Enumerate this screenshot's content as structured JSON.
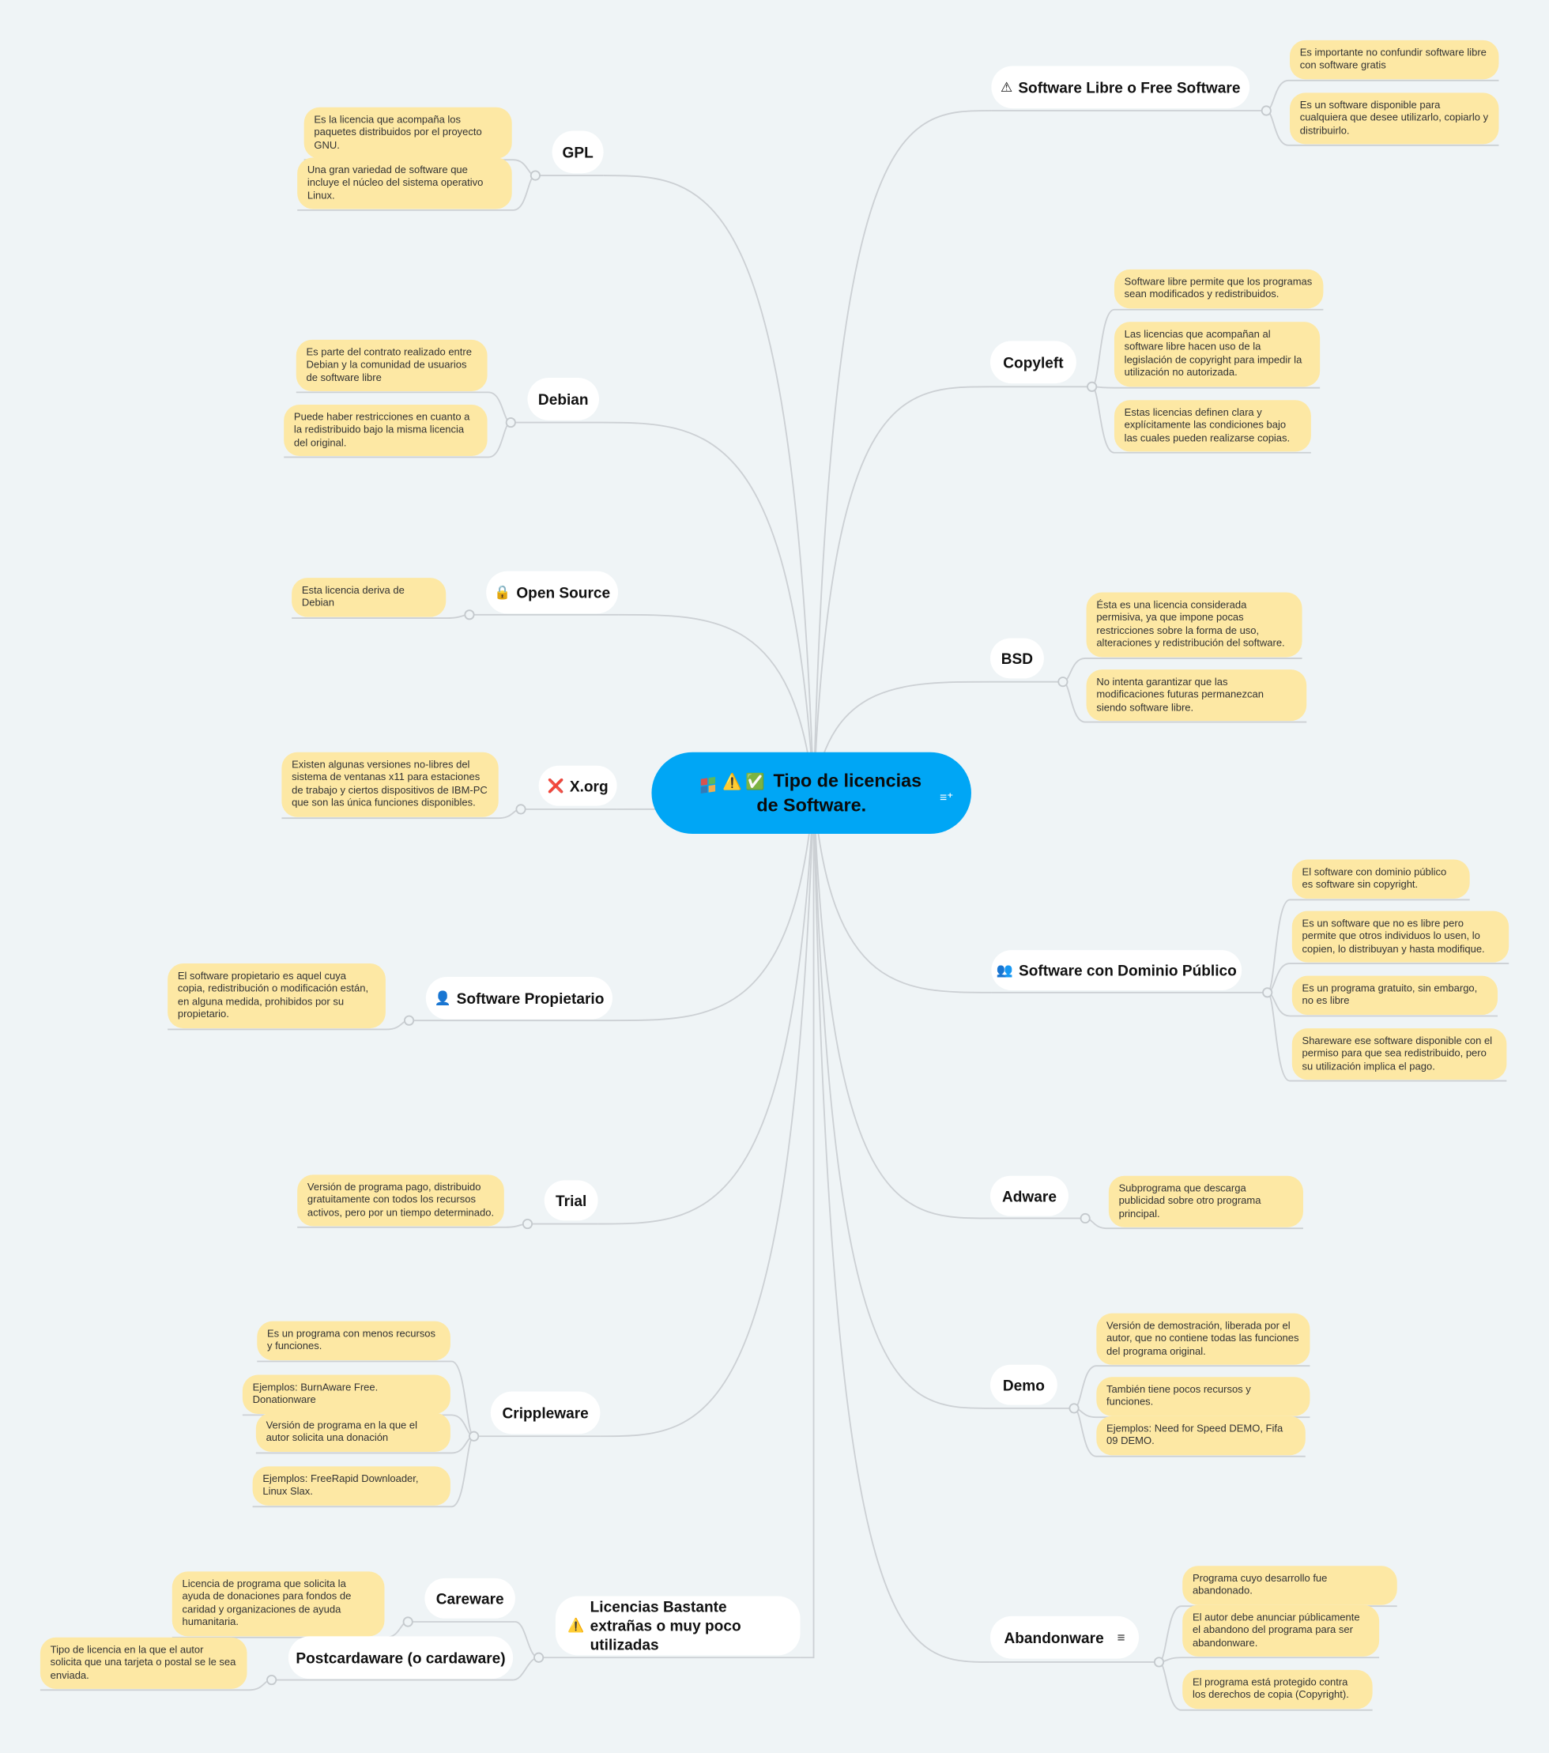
{
  "center": {
    "title": "Tipo de licencias de Software.",
    "icons": [
      "windows-flag-icon",
      "warning-icon",
      "check-mark-icon"
    ],
    "note_icon": "notes-icon",
    "color": "#00a6f5"
  },
  "colors": {
    "note_bg": "#fde8a4",
    "background": "#eff4f6",
    "link": "#ccd0d4"
  },
  "topics": [
    {
      "label": "Software Libre o Free Software",
      "icon": "⚠",
      "notes": [
        "Es importante no confundir software libre con software gratis",
        "Es un software disponible para cualquiera que desee utilizarlo, copiarlo y distribuirlo."
      ]
    },
    {
      "label": "Copyleft",
      "notes": [
        "Software libre permite que los programas sean modificados y redistribuidos.",
        "Las licencias que acompañan al software libre hacen uso de la legislación de copyright para impedir la utilización no autorizada.",
        "Estas licencias definen clara y explícitamente las condiciones bajo las cuales pueden realizarse copias."
      ]
    },
    {
      "label": "BSD",
      "notes": [
        "Ésta es una licencia considerada permisiva, ya que impone pocas restricciones sobre la forma de uso, alteraciones y redistribución del software.",
        "No intenta garantizar que las modificaciones futuras permanezcan siendo software libre."
      ]
    },
    {
      "label": "Software con Dominio Público",
      "icon": "👥",
      "notes": [
        "El software con dominio público es software sin copyright.",
        "Es un software que no es libre pero permite que otros individuos lo usen, lo copien, lo distribuyan y hasta modifique.",
        "Es un programa gratuito, sin embargo, no es libre",
        "Shareware ese software disponible con el permiso para que sea redistribuido, pero su utilización implica el pago."
      ]
    },
    {
      "label": "Adware",
      "notes": [
        "Subprograma que descarga publicidad sobre otro programa principal."
      ]
    },
    {
      "label": "Demo",
      "notes": [
        "Versión de demostración, liberada por el autor, que no contiene todas las funciones del programa original.",
        "También tiene pocos recursos y funciones.",
        "Ejemplos: Need for Speed DEMO, Fifa 09 DEMO."
      ]
    },
    {
      "label": "Abandonware",
      "icon_after": "≡",
      "notes": [
        "Programa cuyo desarrollo fue abandonado.",
        "El autor debe anunciar públicamente el abandono del programa para ser abandonware.",
        "El programa está protegido contra los derechos de copia (Copyright)."
      ]
    },
    {
      "label": "GPL",
      "notes": [
        "Es la licencia que acompaña los paquetes distribuidos por el proyecto GNU.",
        "Una gran variedad de software que incluye el núcleo del sistema operativo Linux."
      ]
    },
    {
      "label": "Debian",
      "notes": [
        "Es parte del contrato realizado entre Debian y la comunidad de usuarios de software libre",
        "Puede haber restricciones en cuanto a la redistribuido bajo la misma licencia del original."
      ]
    },
    {
      "label": "Open Source",
      "icon": "🔒",
      "notes": [
        "Esta licencia deriva de Debian"
      ]
    },
    {
      "label": "X.org",
      "icon": "❌",
      "notes": [
        "Existen algunas versiones no-libres del sistema de ventanas x11 para estaciones de trabajo y ciertos dispositivos de IBM-PC que son las única funciones disponibles."
      ]
    },
    {
      "label": "Software Propietario",
      "icon": "👤",
      "notes": [
        "El software propietario es aquel cuya copia, redistribución o modificación están, en alguna medida, prohibidos  por su propietario."
      ]
    },
    {
      "label": "Trial",
      "notes": [
        "Versión de programa pago, distribuido gratuitamente con todos los recursos activos, pero por un tiempo determinado."
      ]
    },
    {
      "label": "Crippleware",
      "notes": [
        "Es un programa con menos recursos y funciones.",
        "Ejemplos: BurnAware Free. Donationware",
        "Versión de programa en la que el autor solicita una donación",
        "Ejemplos: FreeRapid Downloader, Linux Slax."
      ]
    },
    {
      "label": "Licencias Bastante extrañas o muy poco utilizadas",
      "icon": "⚠️",
      "notes": []
    },
    {
      "label": "Careware",
      "notes": [
        "Licencia de programa que solicita la ayuda de donaciones para fondos de caridad y organizaciones de ayuda humanitaria."
      ]
    },
    {
      "label": "Postcardaware (o cardaware)",
      "notes": [
        "Tipo de licencia en la que el autor solicita que una tarjeta o postal se le sea enviada."
      ]
    }
  ]
}
